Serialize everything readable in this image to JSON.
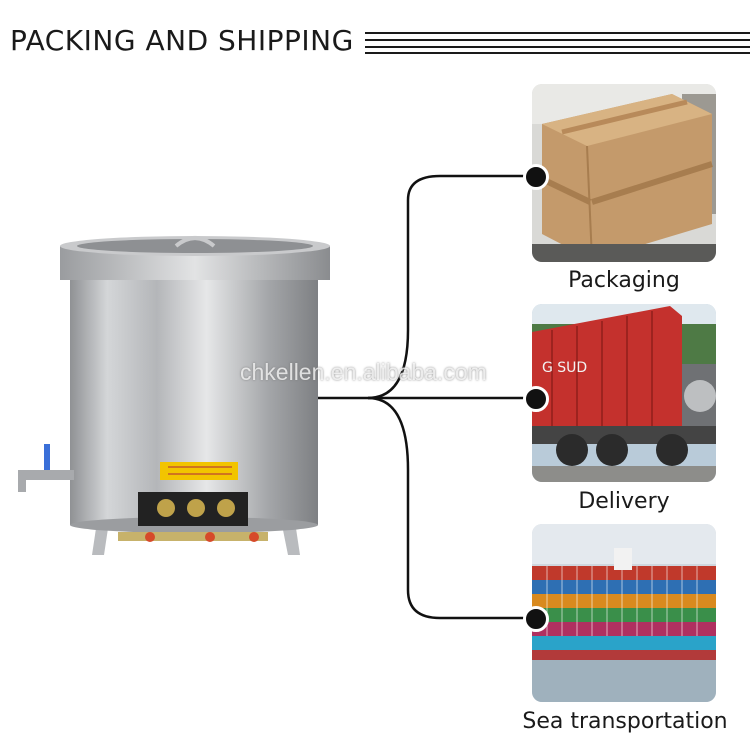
{
  "header": {
    "title": "PACKING AND SHIPPING"
  },
  "watermark": "chkellen.en.alibaba.com",
  "stages": [
    {
      "label": "Packaging"
    },
    {
      "label": "Delivery"
    },
    {
      "label": "Sea transportation"
    }
  ],
  "product": {
    "label": "stock-pot-with-burners"
  }
}
